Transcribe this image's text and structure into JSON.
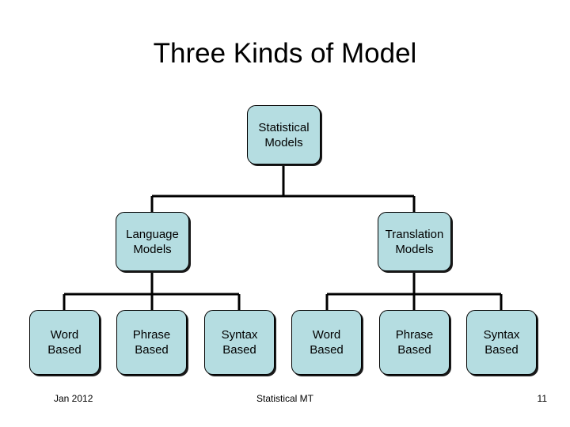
{
  "slide": {
    "title": "Three Kinds of Model",
    "background_color": "#ffffff"
  },
  "theme": {
    "node_fill": "#b5dde1",
    "node_border": "#000000",
    "node_shadow": "#1a1a1a",
    "connector_color": "#000000",
    "text_color": "#000000"
  },
  "diagram": {
    "type": "tree",
    "root": {
      "id": "statistical-models",
      "label": "Statistical\nModels"
    },
    "level2": [
      {
        "id": "language-models",
        "label": "Language\nModels"
      },
      {
        "id": "translation-models",
        "label": "Translation\nModels"
      }
    ],
    "level3": {
      "language_models_children": [
        {
          "id": "lm-word-based",
          "label": "Word\nBased"
        },
        {
          "id": "lm-phrase-based",
          "label": "Phrase\nBased"
        },
        {
          "id": "lm-syntax-based",
          "label": "Syntax\nBased"
        }
      ],
      "translation_models_children": [
        {
          "id": "tm-word-based",
          "label": "Word\nBased"
        },
        {
          "id": "tm-phrase-based",
          "label": "Phrase\nBased"
        },
        {
          "id": "tm-syntax-based",
          "label": "Syntax\nBased"
        }
      ]
    }
  },
  "footer": {
    "date": "Jan 2012",
    "center": "Statistical MT",
    "page_number": "11"
  }
}
